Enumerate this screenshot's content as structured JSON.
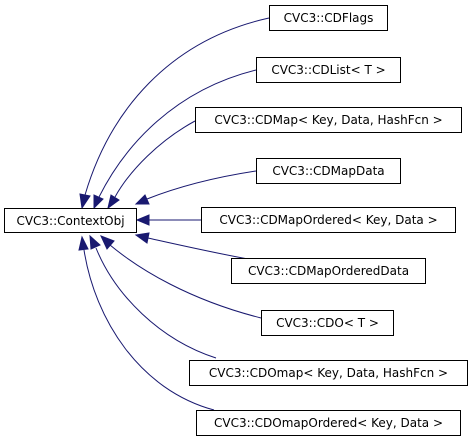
{
  "base_class": {
    "label": "CVC3::ContextObj"
  },
  "derived_classes": [
    {
      "label": "CVC3::CDFlags"
    },
    {
      "label": "CVC3::CDList< T >"
    },
    {
      "label": "CVC3::CDMap< Key, Data, HashFcn >"
    },
    {
      "label": "CVC3::CDMapData"
    },
    {
      "label": "CVC3::CDMapOrdered< Key, Data >"
    },
    {
      "label": "CVC3::CDMapOrderedData"
    },
    {
      "label": "CVC3::CDO< T >"
    },
    {
      "label": "CVC3::CDOmap< Key, Data, HashFcn >"
    },
    {
      "label": "CVC3::CDOmapOrdered< Key, Data >"
    }
  ],
  "colors": {
    "edge": "#191970",
    "box_border": "#000000",
    "box_fill": "#ffffff",
    "text": "#000000"
  }
}
